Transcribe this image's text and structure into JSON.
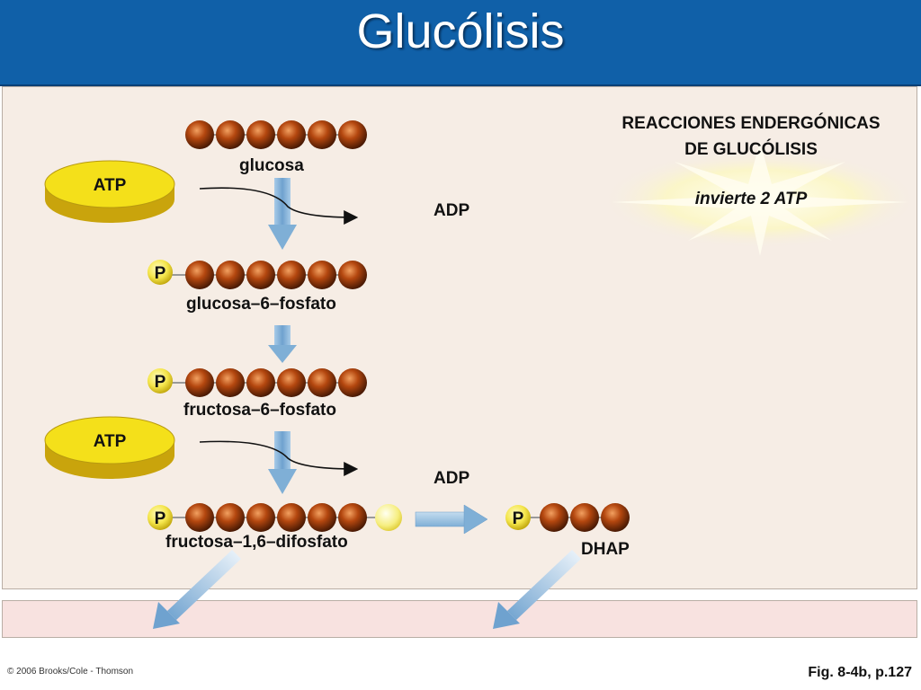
{
  "title": "Glucólisis",
  "reaction": {
    "heading_line1": "REACCIONES ENDERGÓNICAS",
    "heading_line2": "DE GLUCÓLISIS",
    "note": "invierte 2 ATP"
  },
  "molecules": {
    "glucose": "glucosa",
    "g6p": "glucosa–6–fosfato",
    "f6p": "fructosa–6–fosfato",
    "f16bp": "fructosa–1,6–difosfato",
    "dhap": "DHAP"
  },
  "atp_label": "ATP",
  "adp_label": "ADP",
  "phosphate_label": "P",
  "footer": {
    "copyright": "© 2006 Brooks/Cole - Thomson",
    "figure_ref": "Fig. 8-4b, p.127"
  },
  "colors": {
    "title_bar": "#1060a8",
    "bead": "#8a3208",
    "atp_disk": "#f4e01a",
    "phosphate": "#f4e54a",
    "arrow": "#7fafd6"
  }
}
